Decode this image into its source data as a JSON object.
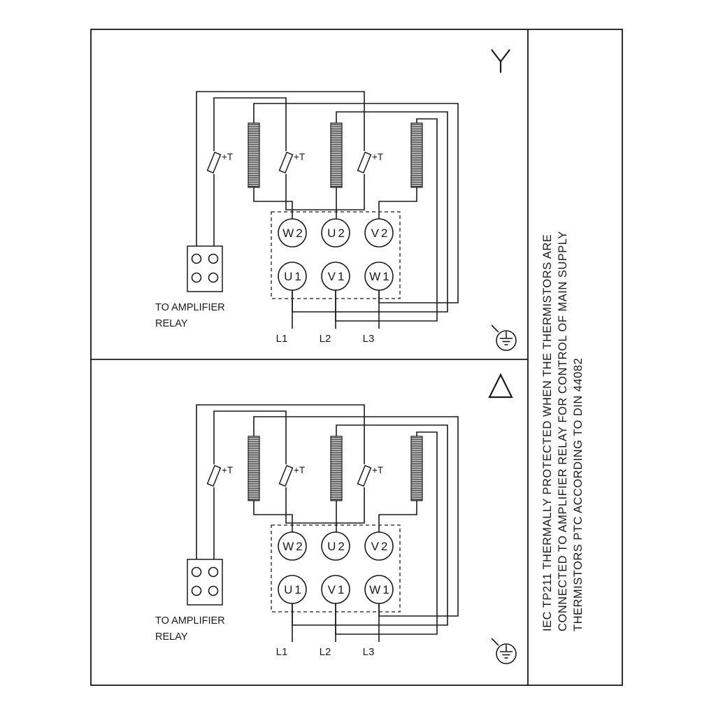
{
  "diagram": {
    "colors": {
      "line": "#1a1a1a",
      "background": "#ffffff"
    },
    "side_note": {
      "line1": "IEC TP211 THERMALLY PROTECTED WHEN THE THERMISTORS ARE",
      "line2": "CONNECTED TO AMPLIFIER RELAY FOR CONTROL OF MAIN SUPPLY",
      "line3": "THERMISTORS PTC ACCORDING TO DIN 44082"
    },
    "panels": [
      {
        "connection": "star",
        "terminals_top": [
          "W2",
          "U2",
          "V2"
        ],
        "terminals_bottom": [
          "U1",
          "V1",
          "W1"
        ],
        "supply_lines": [
          "L1",
          "L2",
          "L3"
        ],
        "thermistor_label": "+T",
        "relay_note": {
          "line1": "TO AMPLIFIER",
          "line2": "RELAY"
        }
      },
      {
        "connection": "delta",
        "terminals_top": [
          "W2",
          "U2",
          "V2"
        ],
        "terminals_bottom": [
          "U1",
          "V1",
          "W1"
        ],
        "supply_lines": [
          "L1",
          "L2",
          "L3"
        ],
        "thermistor_label": "+T",
        "relay_note": {
          "line1": "TO AMPLIFIER",
          "line2": "RELAY"
        }
      }
    ]
  }
}
